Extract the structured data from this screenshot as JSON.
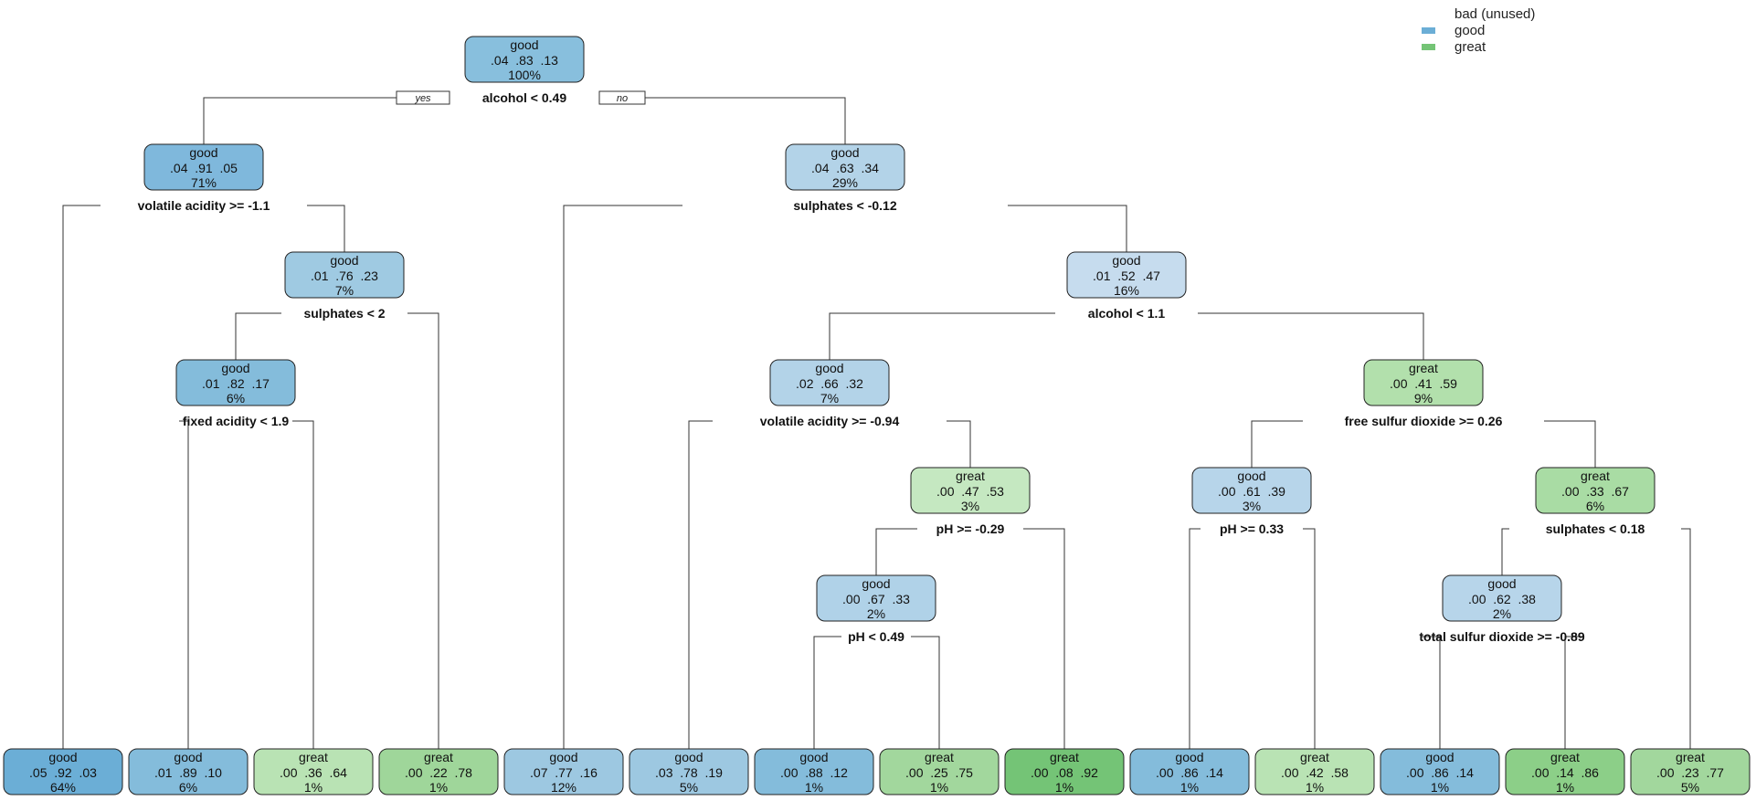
{
  "legend": [
    {
      "label": "bad (unused)",
      "color": null
    },
    {
      "label": "good",
      "color": "#6baed6"
    },
    {
      "label": "great",
      "color": "#74c476"
    }
  ],
  "edge_labels": {
    "yes": "yes",
    "no": "no"
  },
  "nodes": [
    {
      "id": "n1",
      "cls": "good",
      "probs": ".04  .83  .13",
      "pct": "100%",
      "split": "alcohol < 0.49",
      "fill": "#88bfdd"
    },
    {
      "id": "n2",
      "cls": "good",
      "probs": ".04  .91  .05",
      "pct": "71%",
      "split": "volatile acidity >= -1.1",
      "fill": "#7fb8dc"
    },
    {
      "id": "n3",
      "cls": "good",
      "probs": ".04  .63  .34",
      "pct": "29%",
      "split": "sulphates < -0.12",
      "fill": "#b3d3e8"
    },
    {
      "id": "n5",
      "cls": "good",
      "probs": ".01  .76  .23",
      "pct": "7%",
      "split": "sulphates < 2",
      "fill": "#9fcae2"
    },
    {
      "id": "n7",
      "cls": "good",
      "probs": ".01  .52  .47",
      "pct": "16%",
      "split": "alcohol < 1.1",
      "fill": "#c6dcee"
    },
    {
      "id": "n10",
      "cls": "good",
      "probs": ".01  .82  .17",
      "pct": "6%",
      "split": "fixed acidity < 1.9",
      "fill": "#84bcdb"
    },
    {
      "id": "n14",
      "cls": "good",
      "probs": ".02  .66  .32",
      "pct": "7%",
      "split": "volatile acidity >= -0.94",
      "fill": "#b3d3e8"
    },
    {
      "id": "n15",
      "cls": "great",
      "probs": ".00  .41  .59",
      "pct": "9%",
      "split": "free sulfur dioxide >= 0.26",
      "fill": "#b2e0ac"
    },
    {
      "id": "n29",
      "cls": "great",
      "probs": ".00  .47  .53",
      "pct": "3%",
      "split": "pH >= -0.29",
      "fill": "#c5e8c1"
    },
    {
      "id": "n30",
      "cls": "good",
      "probs": ".00  .61  .39",
      "pct": "3%",
      "split": "pH >= 0.33",
      "fill": "#b7d5ea"
    },
    {
      "id": "n31",
      "cls": "great",
      "probs": ".00  .33  .67",
      "pct": "6%",
      "split": "sulphates < 0.18",
      "fill": "#a9dca4"
    },
    {
      "id": "n58",
      "cls": "good",
      "probs": ".00  .67  .33",
      "pct": "2%",
      "split": "pH < 0.49",
      "fill": "#b0d2e8"
    },
    {
      "id": "n62",
      "cls": "good",
      "probs": ".00  .62  .38",
      "pct": "2%",
      "split": "total sulfur dioxide >= -0.89",
      "fill": "#b7d5ea"
    },
    {
      "id": "l1",
      "cls": "good",
      "probs": ".05  .92  .03",
      "pct": "64%",
      "split": "",
      "fill": "#6baed6"
    },
    {
      "id": "l2",
      "cls": "good",
      "probs": ".01  .89  .10",
      "pct": "6%",
      "split": "",
      "fill": "#84bcdb"
    },
    {
      "id": "l3",
      "cls": "great",
      "probs": ".00  .36  .64",
      "pct": "1%",
      "split": "",
      "fill": "#b9e3b4"
    },
    {
      "id": "l4",
      "cls": "great",
      "probs": ".00  .22  .78",
      "pct": "1%",
      "split": "",
      "fill": "#9fd69a"
    },
    {
      "id": "l5",
      "cls": "good",
      "probs": ".07  .77  .16",
      "pct": "12%",
      "split": "",
      "fill": "#9dc8e1"
    },
    {
      "id": "l6",
      "cls": "good",
      "probs": ".03  .78  .19",
      "pct": "5%",
      "split": "",
      "fill": "#9dc8e1"
    },
    {
      "id": "l7",
      "cls": "good",
      "probs": ".00  .88  .12",
      "pct": "1%",
      "split": "",
      "fill": "#84bcdb"
    },
    {
      "id": "l8",
      "cls": "great",
      "probs": ".00  .25  .75",
      "pct": "1%",
      "split": "",
      "fill": "#a2d79d"
    },
    {
      "id": "l9",
      "cls": "great",
      "probs": ".00  .08  .92",
      "pct": "1%",
      "split": "",
      "fill": "#74c476"
    },
    {
      "id": "l10",
      "cls": "good",
      "probs": ".00  .86  .14",
      "pct": "1%",
      "split": "",
      "fill": "#84bcdb"
    },
    {
      "id": "l11",
      "cls": "great",
      "probs": ".00  .42  .58",
      "pct": "1%",
      "split": "",
      "fill": "#b9e3b4"
    },
    {
      "id": "l12",
      "cls": "good",
      "probs": ".00  .86  .14",
      "pct": "1%",
      "split": "",
      "fill": "#84bcdb"
    },
    {
      "id": "l13",
      "cls": "great",
      "probs": ".00  .14  .86",
      "pct": "1%",
      "split": "",
      "fill": "#8ccf88"
    },
    {
      "id": "l14",
      "cls": "great",
      "probs": ".00  .23  .77",
      "pct": "5%",
      "split": "",
      "fill": "#a2d79d"
    }
  ],
  "edges": [
    [
      "n1",
      "n2"
    ],
    [
      "n1",
      "n3"
    ],
    [
      "n2",
      "l1"
    ],
    [
      "n2",
      "n5"
    ],
    [
      "n5",
      "n10"
    ],
    [
      "n5",
      "l4"
    ],
    [
      "n10",
      "l2"
    ],
    [
      "n10",
      "l3"
    ],
    [
      "n3",
      "l5"
    ],
    [
      "n3",
      "n7"
    ],
    [
      "n7",
      "n14"
    ],
    [
      "n7",
      "n15"
    ],
    [
      "n14",
      "l6"
    ],
    [
      "n14",
      "n29"
    ],
    [
      "n29",
      "n58"
    ],
    [
      "n29",
      "l9"
    ],
    [
      "n58",
      "l7"
    ],
    [
      "n58",
      "l8"
    ],
    [
      "n15",
      "n30"
    ],
    [
      "n15",
      "n31"
    ],
    [
      "n30",
      "l10"
    ],
    [
      "n30",
      "l11"
    ],
    [
      "n31",
      "n62"
    ],
    [
      "n31",
      "l14"
    ],
    [
      "n62",
      "l12"
    ],
    [
      "n62",
      "l13"
    ]
  ]
}
